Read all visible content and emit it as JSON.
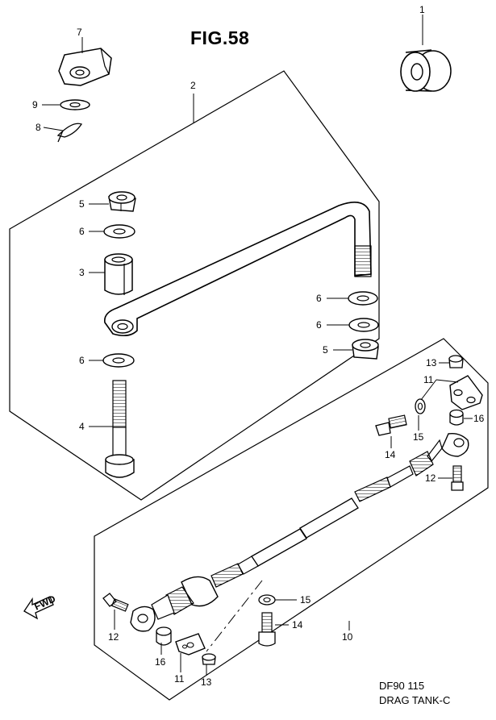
{
  "diagram": {
    "title": "FIG.58",
    "model_code": "DF90 115",
    "section_name": "DRAG TANK-C",
    "fwd_label": "FWD"
  },
  "callouts": {
    "c1": "1",
    "c2": "2",
    "c3": "3",
    "c4": "4",
    "c5a": "5",
    "c5b": "5",
    "c6a": "6",
    "c6b": "6",
    "c6c": "6",
    "c6d": "6",
    "c7": "7",
    "c8": "8",
    "c9": "9",
    "c10": "10",
    "c11a": "11",
    "c11b": "11",
    "c12a": "12",
    "c12b": "12",
    "c13a": "13",
    "c13b": "13",
    "c14a": "14",
    "c14b": "14",
    "c15a": "15",
    "c15b": "15",
    "c16a": "16",
    "c16b": "16"
  },
  "icons": {
    "fwd_arrow": "fwd-arrow-icon"
  }
}
